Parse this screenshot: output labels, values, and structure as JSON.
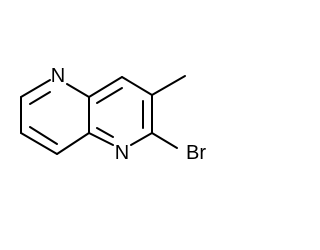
{
  "molecule": {
    "atoms": {
      "n1": "N",
      "n5": "N",
      "br": "Br"
    }
  }
}
